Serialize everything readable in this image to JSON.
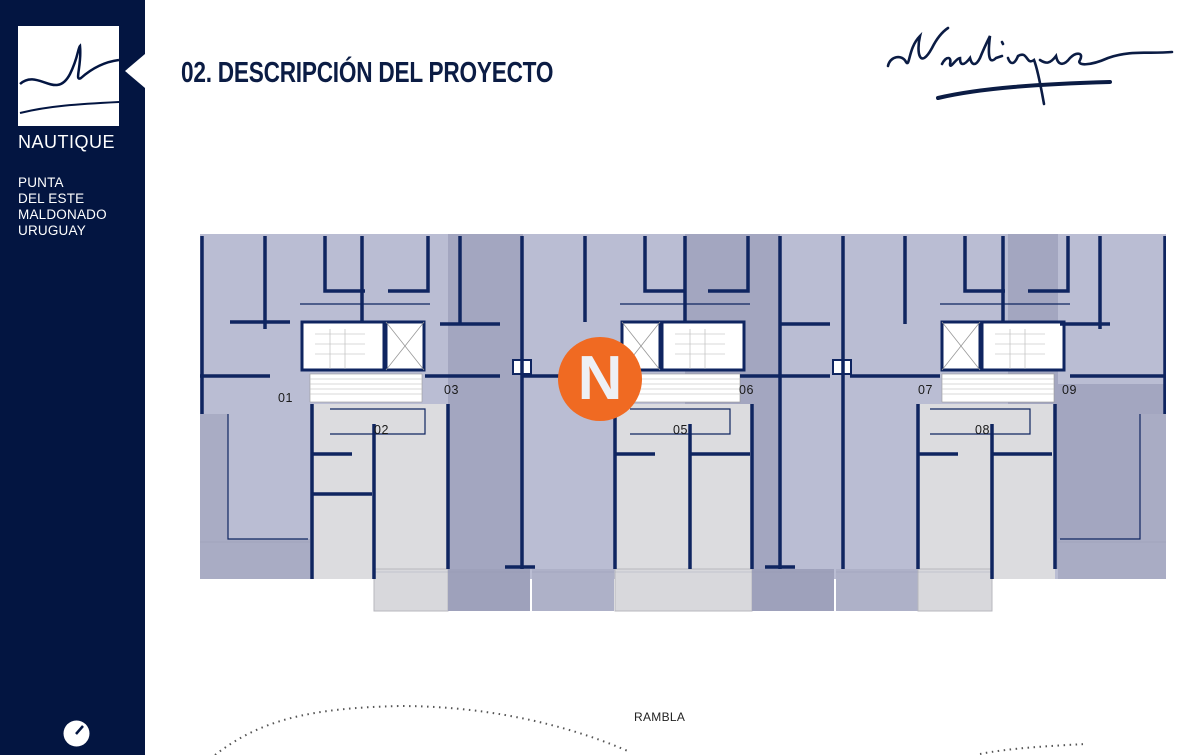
{
  "sidebar": {
    "brand": "NAUTIQUE",
    "location": [
      "PUNTA",
      "DEL ESTE",
      "MALDONADO",
      "URUGUAY"
    ],
    "logo_icon": "nautique-wave-logo-icon",
    "bottom_icon": "compass-dial-icon"
  },
  "header": {
    "title": "02. DESCRIPCIÓN DEL PROYECTO",
    "signature": "Nautique"
  },
  "plan": {
    "units": [
      {
        "label": "01"
      },
      {
        "label": "02"
      },
      {
        "label": "03"
      },
      {
        "label": "05"
      },
      {
        "label": "06"
      },
      {
        "label": "07"
      },
      {
        "label": "08"
      },
      {
        "label": "09"
      }
    ],
    "badge": "N",
    "street": "RAMBLA"
  },
  "colors": {
    "sidebar": "#031541",
    "accent": "#f06a22",
    "wall": "#0f2560",
    "unit_light": "#babdd3",
    "unit_dark": "#9fa2bc",
    "unit_grey": "#dcdcdf"
  }
}
